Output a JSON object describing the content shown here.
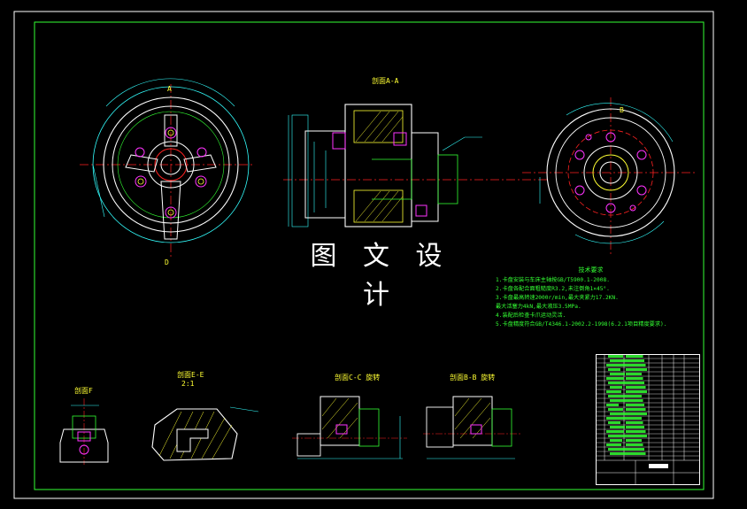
{
  "watermark_text": "图 文 设 计",
  "views": {
    "section_aa": "剖面A-A",
    "section_ee": "剖面E-E",
    "section_ee_scale": "2:1",
    "section_cc": "剖面C-C 旋转",
    "section_bb": "剖面B-B 旋转",
    "section_f": "剖面F"
  },
  "view_markers": {
    "front_top": "A",
    "front_bottom": "D",
    "right_top": "B"
  },
  "tech_notes": {
    "title": "技术要求",
    "lines": [
      "1.卡盘安装与车床主轴按GB/T5900.1-2008.",
      "2.卡盘各配合面粗糙度R3.2,未注倒角1×45°.",
      "3.卡盘最高转速2000r/min,最大夹紧力17.2KN.",
      "  最大活塞力4kN,最大液压3.5MPa.",
      "4.装配后检查卡爪运动灵活.",
      "5.卡盘精度符合GB/T4346.1-2002.2-1998(6.2.1项目精度要求)."
    ]
  },
  "colors": {
    "frame": "#33ff33",
    "outline": "#ffffff",
    "center": "#ff2222",
    "dimension": "#33ffff",
    "hatch": "#ffff33",
    "accent": "#ff33ff"
  }
}
